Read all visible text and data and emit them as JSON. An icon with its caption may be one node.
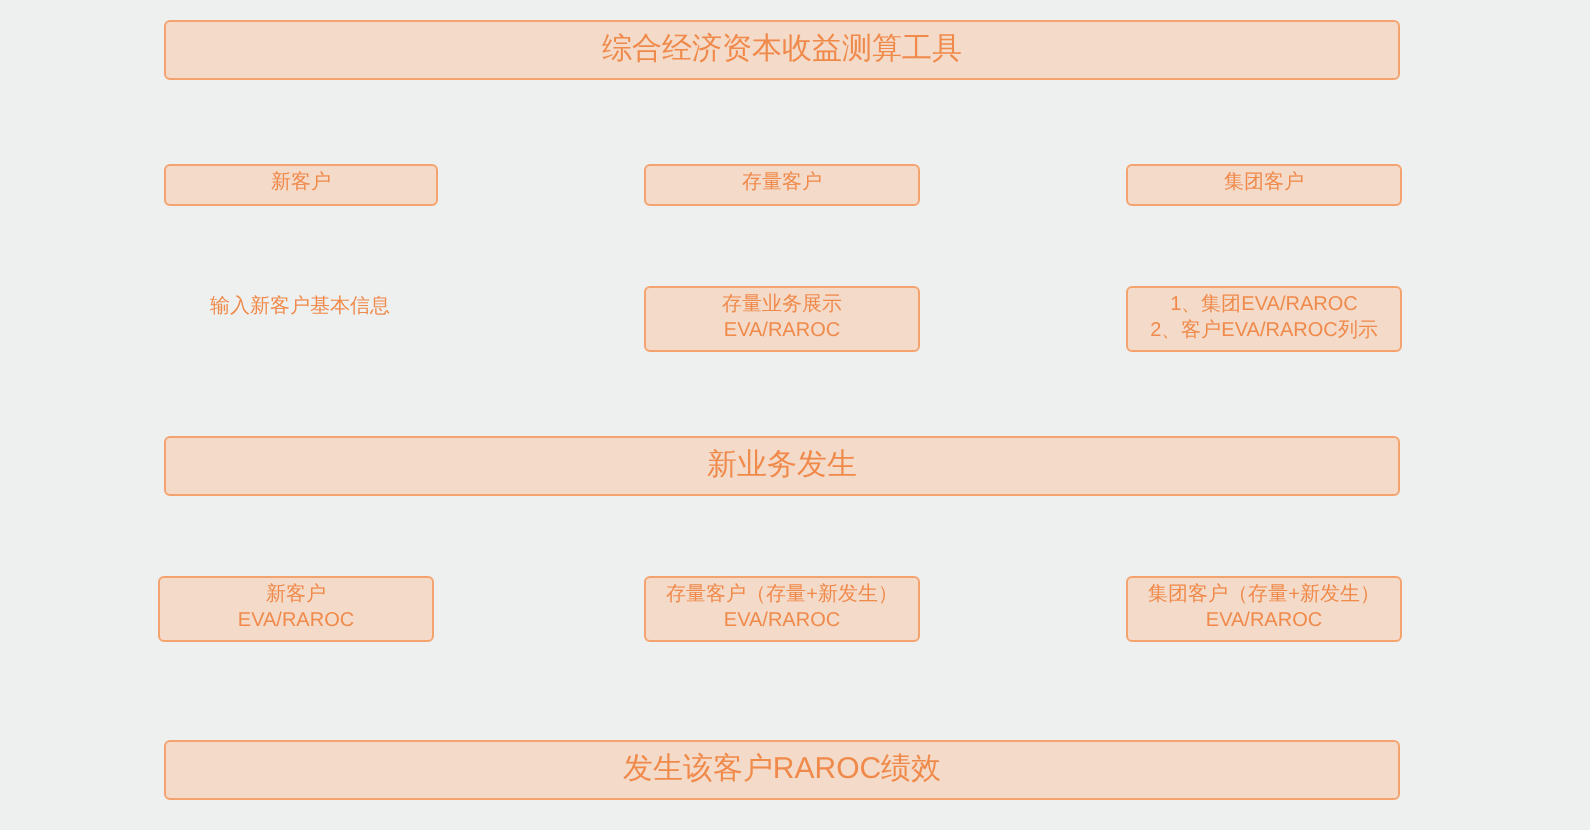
{
  "diagram": {
    "nodes": [
      {
        "text": [
          "综合经济资本收益测算工具"
        ]
      },
      {
        "text": [
          "新客户"
        ]
      },
      {
        "text": [
          "存量客户"
        ]
      },
      {
        "text": [
          "集团客户"
        ]
      },
      {
        "text": [
          "存量业务展示 EVA/RAROC"
        ]
      },
      {
        "text": [
          "1、集团EVA/RAROC 2、客户EVA/RAROC列示"
        ]
      },
      {
        "text": [
          "新业务发生"
        ]
      },
      {
        "text": [
          "新客户 EVA/RAROC"
        ]
      },
      {
        "text": [
          "存量客户（存量+新发生） EVA/RAROC"
        ]
      },
      {
        "text": [
          "集团客户（存量+新发生） EVA/RAROC"
        ]
      },
      {
        "text": [
          "发生该客户RAROC绩效"
        ]
      }
    ],
    "labels": [
      "输入新客户基本信息"
    ]
  }
}
